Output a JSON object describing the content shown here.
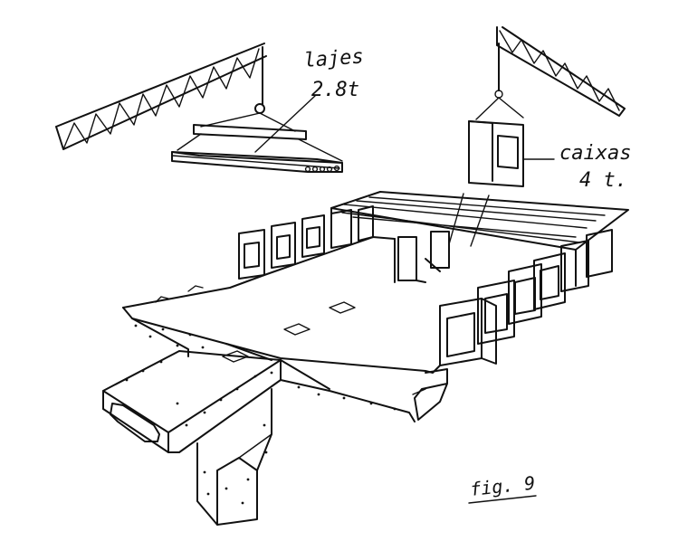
{
  "annotations": {
    "slab_label": "lajes",
    "slab_weight": "2.8t",
    "box_label": "caixas",
    "box_weight": "4 t.",
    "figure_label": "fig. 9"
  }
}
